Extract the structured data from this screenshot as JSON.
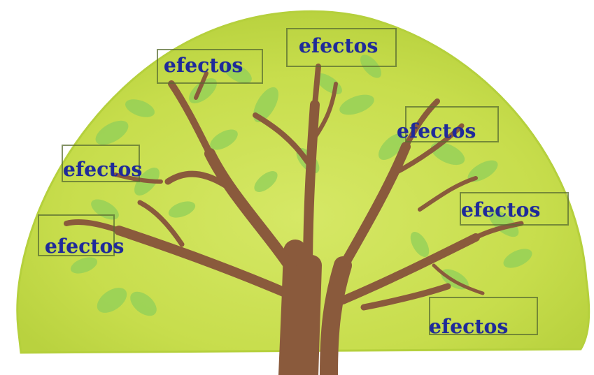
{
  "colors": {
    "canopy": "#c4dc4a",
    "canopy_edge": "#b5d03c",
    "trunk": "#8a5a3c",
    "leaf": "#8fcf5a",
    "label_text": "#1f2a9a",
    "label_border": "#5a6e32"
  },
  "tree": {
    "labels": [
      "efectos",
      "efectos",
      "efectos",
      "efectos",
      "efectos",
      "efectos",
      "efectos"
    ]
  }
}
